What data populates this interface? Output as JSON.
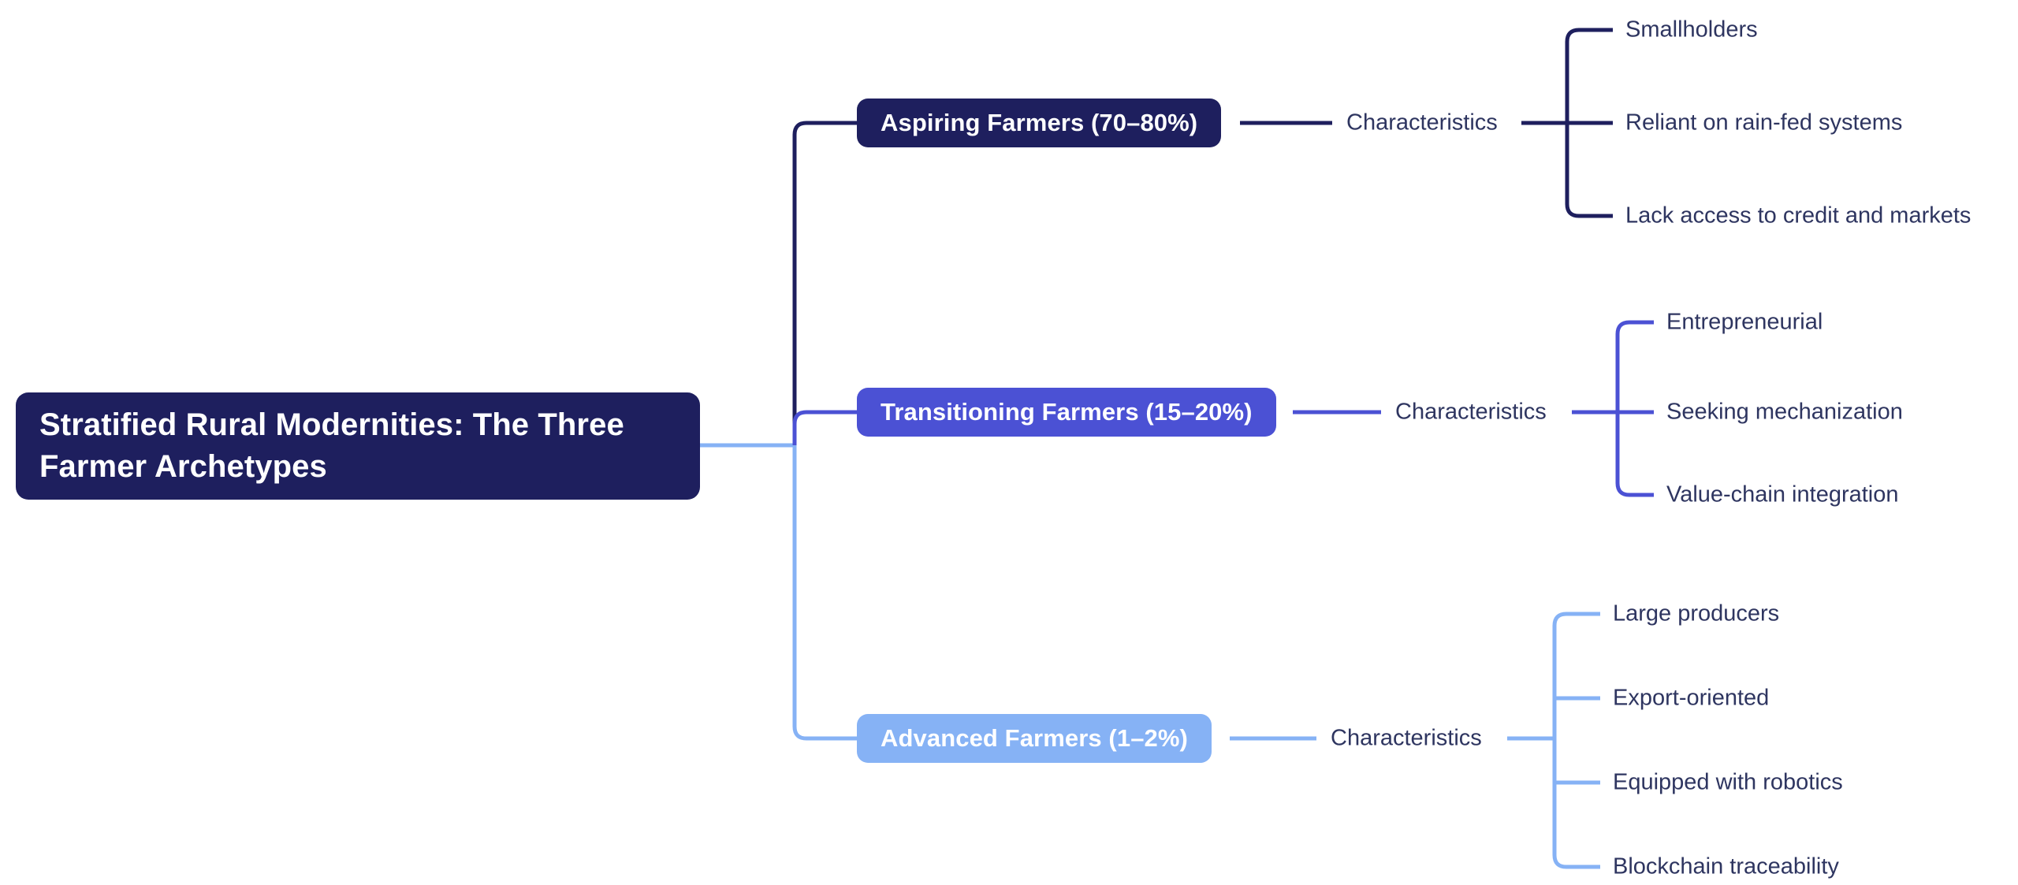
{
  "diagram": {
    "type": "mindmap",
    "title": "Stratified Rural Modernities: The Three Farmer Archetypes",
    "orientation": "left-to-right",
    "colors": {
      "background": "#ffffff",
      "root_fill": "#1e1f5e",
      "branch1_fill": "#1e1f5e",
      "branch2_fill": "#4b51d4",
      "branch3_fill": "#86b2f5",
      "node_text": "#ffffff",
      "label_text": "#2e3560",
      "connector_branch1": "#1e1f5e",
      "connector_branch2": "#4b51d4",
      "connector_branch3": "#86b2f5",
      "connector_root": "#86b2f5"
    }
  },
  "root": {
    "label": "Stratified Rural Modernities: The Three\nFarmer Archetypes"
  },
  "branches": [
    {
      "id": "aspiring",
      "label": "Aspiring Farmers (70–80%)",
      "mid_label": "Characteristics",
      "leaves": [
        "Smallholders",
        "Reliant on rain-fed systems",
        "Lack access to credit and markets"
      ]
    },
    {
      "id": "transitioning",
      "label": "Transitioning Farmers (15–20%)",
      "mid_label": "Characteristics",
      "leaves": [
        "Entrepreneurial",
        "Seeking mechanization",
        "Value-chain integration"
      ]
    },
    {
      "id": "advanced",
      "label": "Advanced Farmers (1–2%)",
      "mid_label": "Characteristics",
      "leaves": [
        "Large producers",
        "Export-oriented",
        "Equipped with robotics",
        "Blockchain traceability"
      ]
    }
  ]
}
